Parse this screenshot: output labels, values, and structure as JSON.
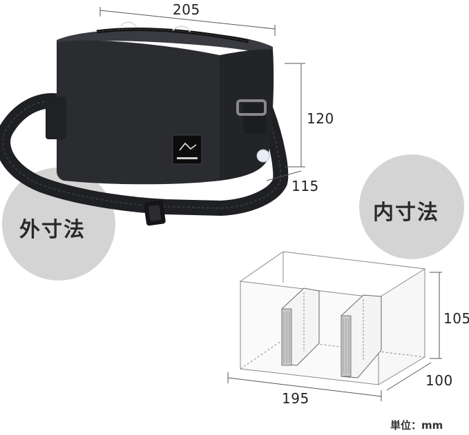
{
  "outer": {
    "title": "外寸法",
    "width": "205",
    "height": "120",
    "depth": "115"
  },
  "inner": {
    "title": "内寸法",
    "width": "195",
    "height": "105",
    "depth": "100"
  },
  "unit_label": "単位：mm",
  "colors": {
    "bag": "#2b2c30",
    "circle": "#d4d4d4",
    "line": "#555555"
  }
}
